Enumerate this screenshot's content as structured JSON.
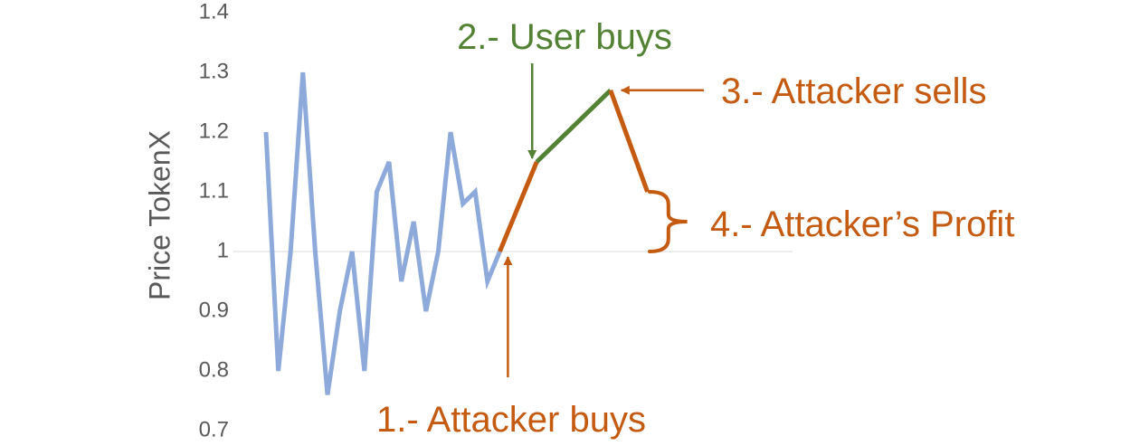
{
  "chart_data": {
    "type": "line",
    "title": "",
    "xlabel": "",
    "ylabel": "Price TokenX",
    "ylim": [
      0.7,
      1.4
    ],
    "yticks": [
      "0.7",
      "0.8",
      "0.9",
      "1",
      "1.1",
      "1.2",
      "1.3",
      "1.4"
    ],
    "reference_line": 1,
    "grid": false,
    "colors": {
      "history": "#8eaadb",
      "attacker": "#c55a11",
      "user": "#548235",
      "reference": "#d9d9d9"
    },
    "series": [
      {
        "x": [
          0,
          1,
          2,
          3,
          4,
          5,
          6,
          7,
          8,
          9,
          10,
          11,
          12,
          13,
          14,
          15,
          16,
          17,
          18,
          19
        ],
        "values": [
          1.2,
          0.8,
          1.0,
          1.3,
          1.0,
          0.76,
          0.9,
          1.0,
          0.8,
          1.1,
          1.15,
          0.95,
          1.05,
          0.9,
          1.0,
          1.2,
          1.08,
          1.1,
          0.95,
          1.0
        ]
      },
      {
        "x": [
          19,
          22
        ],
        "values": [
          1.0,
          1.15
        ]
      },
      {
        "x": [
          22,
          28
        ],
        "values": [
          1.15,
          1.27
        ]
      },
      {
        "x": [
          28,
          31
        ],
        "values": [
          1.27,
          1.1
        ]
      }
    ],
    "annotations": [
      {
        "text": "1.- Attacker buys",
        "x": 19,
        "y": 1.0
      },
      {
        "text": "2.- User buys",
        "x": 22,
        "y": 1.15
      },
      {
        "text": "3.- Attacker sells",
        "x": 28,
        "y": 1.27
      },
      {
        "text": "4.- Attacker’s Profit",
        "x": 31,
        "y": 1.05
      }
    ]
  }
}
